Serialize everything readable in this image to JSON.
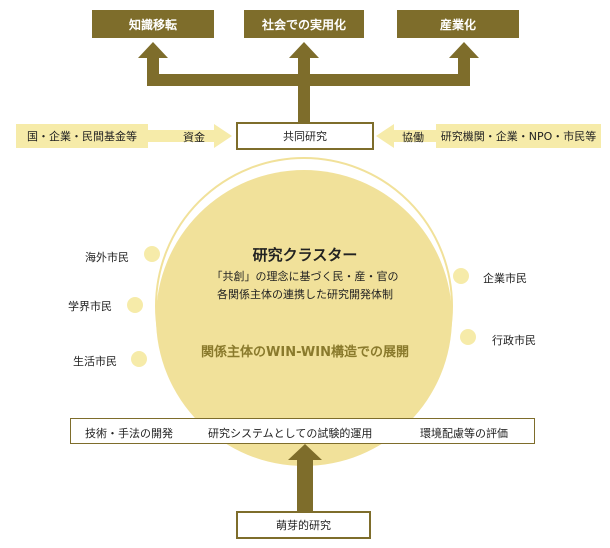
{
  "top_boxes": {
    "left": "知識移転",
    "center": "社会での実用化",
    "right": "産業化"
  },
  "funding": {
    "source": "国・企業・民間基金等",
    "label": "資金"
  },
  "joint_research": "共同研究",
  "collaboration": {
    "source": "研究機関・企業・NPO・市民等",
    "label": "協働"
  },
  "cluster": {
    "title": "研究クラスター",
    "description_line1": "「共創」の理念に基づく民・産・官の",
    "description_line2": "各関係主体の連携した研究開発体制",
    "highlight": "関係主体のWIN-WIN構造での展開"
  },
  "citizens": {
    "overseas": "海外市民",
    "academic": "学界市民",
    "living": "生活市民",
    "corporate": "企業市民",
    "administrative": "行政市民"
  },
  "activities": {
    "item1": "技術・手法の開発",
    "item2": "研究システムとしての試験的運用",
    "item3": "環境配慮等の評価"
  },
  "seed_research": "萌芽的研究",
  "colors": {
    "dark_olive": "#7e6d2b",
    "light_yellow": "#f6eba9",
    "circle_yellow": "#f1e19a"
  }
}
